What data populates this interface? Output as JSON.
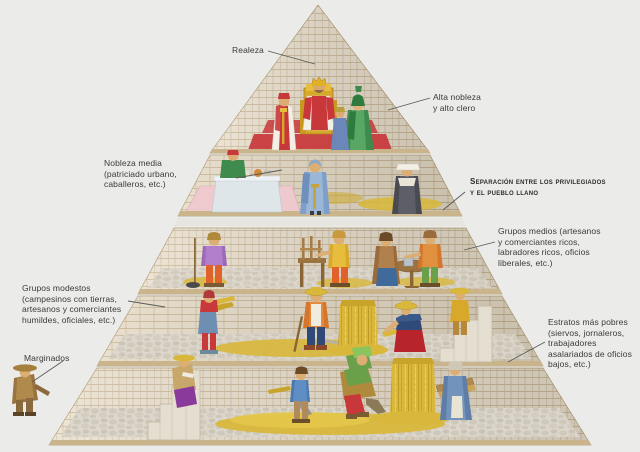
{
  "diagram": {
    "title": "Pirámide social del Antiguo Régimen",
    "background_color": "#ebebe9",
    "text_color": "#3a3a3a",
    "leader_line_color": "#5a5a58",
    "stone_color": "#e6dccb",
    "mortar_color": "#c9b894"
  },
  "labels": {
    "realeza": "Realeza",
    "alta_nobleza": "Alta nobleza\ny alto clero",
    "nobleza_media": "Nobleza media\n(patriciado urbano,\ncaballeros, etc.)",
    "separacion": "Separación entre los privilegiados\ny el pueblo llano",
    "grupos_medios": "Grupos medios (artesanos\ny comerciantes ricos,\nlabradores ricos, oficios\nliberales, etc.)",
    "grupos_modestos": "Grupos modestos\n(campesinos con tierras,\nartesanos y comerciantes\nhumildes, oficiales, etc.)",
    "estratos_pobres": "Estratos más pobres\n(siervos, jornaleros,\ntrabajadores\nasalariados de oficios\nbajos, etc.)",
    "marginados": "Marginados"
  },
  "tiers": [
    {
      "name": "realeza",
      "order": 1,
      "figures": [
        "king-on-throne",
        "cardinal-red-robe",
        "green-robed-noble"
      ]
    },
    {
      "name": "alta-nobleza-alto-clero",
      "order": 2,
      "figures": [
        "noble-at-table",
        "blue-robed-noble",
        "clergy-black-white"
      ]
    },
    {
      "name": "grupos-medios",
      "order": 3,
      "figures": [
        "man-with-staff",
        "craftsman-at-bench",
        "merchants-at-round-table"
      ]
    },
    {
      "name": "grupos-modestos",
      "order": 4,
      "figures": [
        "woman-carrying-sheaves",
        "man-with-scythe",
        "wheat-stack",
        "woman-gathering"
      ]
    },
    {
      "name": "estratos-mas-pobres",
      "order": 5,
      "figures": [
        "boy-with-sickle",
        "reaper-green-hood",
        "wheat-stack",
        "woman-with-firewood"
      ]
    }
  ],
  "marginados_figure": {
    "name": "beggar-figure",
    "position": "outside-bottom-left"
  }
}
